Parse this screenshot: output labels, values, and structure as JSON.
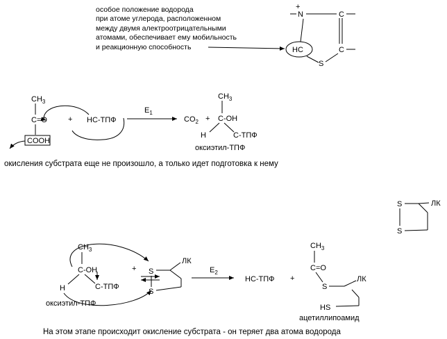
{
  "top": {
    "note": [
      "особое положение водорода",
      "при атоме углерода, расположенном",
      "между двумя алектроотрицательными",
      "атомами, обеспечивает ему мобильность",
      "и реакционную способность"
    ],
    "ring": {
      "plus": "+",
      "n": "N",
      "c_top": "C",
      "c_right": "C",
      "hc": "HC",
      "s": "S"
    }
  },
  "step1": {
    "ch": "CH",
    "ch_sub": "3",
    "co": "C=O",
    "cooh": "COOH",
    "plus": "+",
    "hc_tpf": "HC-ТПФ",
    "enzyme": "E",
    "enzyme_sub": "1",
    "co2": "CO",
    "co2_sub": "2",
    "plus2": "+",
    "p_ch": "CH",
    "p_ch_sub": "3",
    "p_coh": "C-OH",
    "p_h": "H",
    "p_ctpf": "C-ТПФ",
    "product_name": "оксиэтил-ТПФ",
    "caption": "окисления субстрата еще не произошло, а только идет подготовка к нему"
  },
  "lipoate": {
    "s1": "S",
    "s2": "S",
    "lk": "ЛК"
  },
  "step2": {
    "ch": "CH",
    "ch_sub": "3",
    "coh": "C-OH",
    "h": "H",
    "ctpf": "C-ТПФ",
    "name": "оксиэтил-ТПФ",
    "plus": "+",
    "s1": "S",
    "s2": "S",
    "lk": "ЛК",
    "enzyme": "E",
    "enzyme_sub": "2",
    "hc_tpf": "HC-ТПФ",
    "plus2": "+",
    "p_ch": "CH",
    "p_ch_sub": "3",
    "p_co": "C=O",
    "p_s": "S",
    "p_lk": "ЛК",
    "p_hs": "HS",
    "product_name": "ацетиллипоамид",
    "caption": "На этом этапе происходит окисление субстрата - он теряет два атома водорода"
  }
}
